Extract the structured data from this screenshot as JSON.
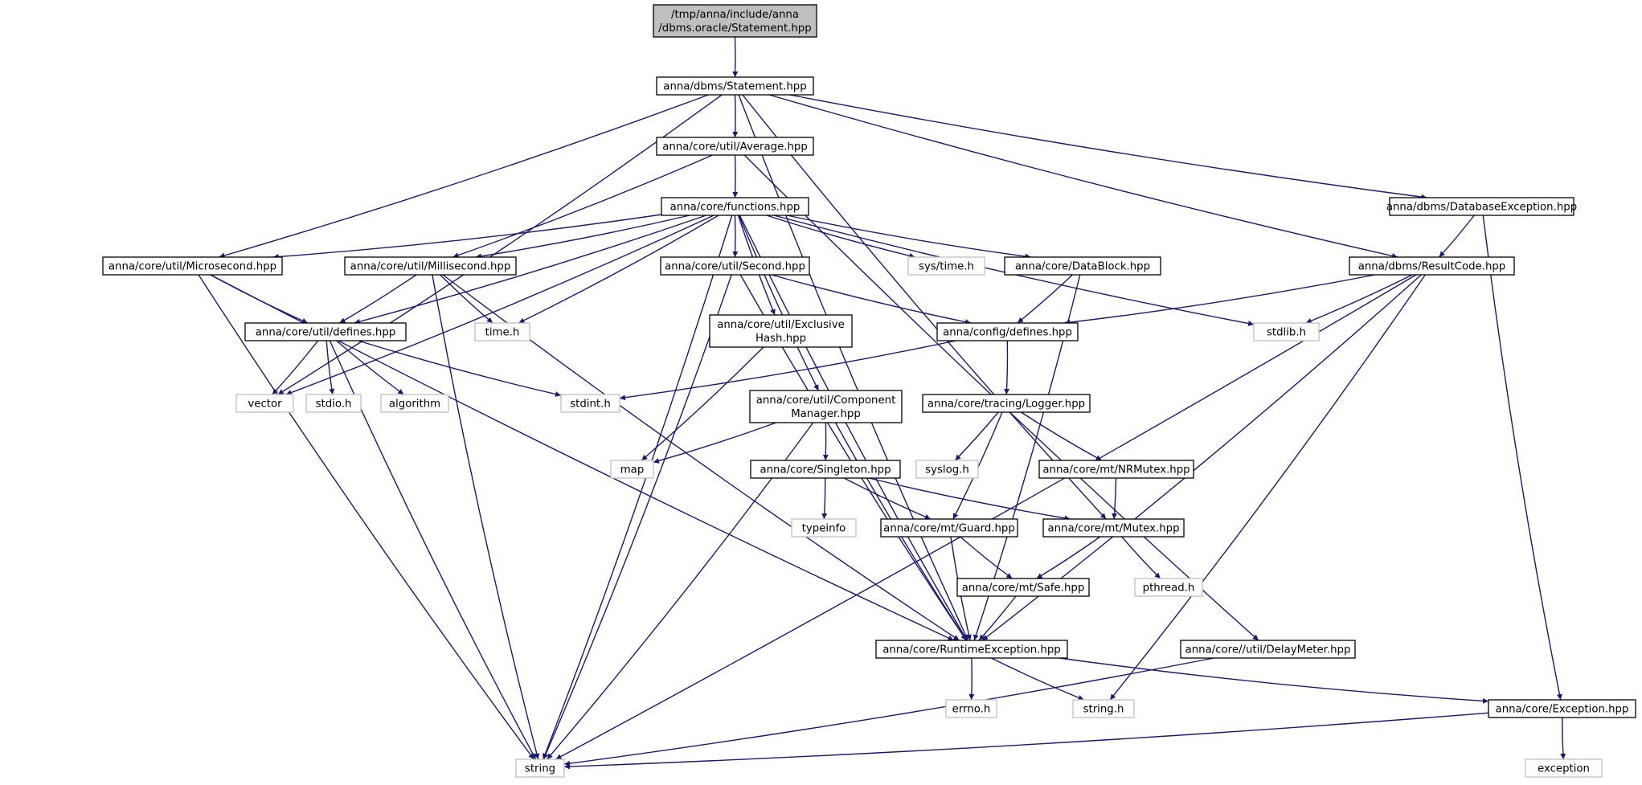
{
  "colors": {
    "edge": "#191970",
    "root_fill": "#bfbfbf",
    "root_stroke": "#000000",
    "internal_stroke": "#000000",
    "system_stroke": "#bfbfbf",
    "system_text": "#555555",
    "node_fill": "#ffffff"
  },
  "nodes": [
    {
      "id": "root",
      "kind": "root",
      "lines": [
        "/tmp/anna/include/anna",
        "/dbms.oracle/Statement.hpp"
      ]
    },
    {
      "id": "stmt",
      "kind": "internal",
      "lines": [
        "anna/dbms/Statement.hpp"
      ]
    },
    {
      "id": "avg",
      "kind": "internal",
      "lines": [
        "anna/core/util/Average.hpp"
      ]
    },
    {
      "id": "dbex",
      "kind": "internal",
      "lines": [
        "anna/dbms/DatabaseException.hpp"
      ]
    },
    {
      "id": "func",
      "kind": "internal",
      "lines": [
        "anna/core/functions.hpp"
      ]
    },
    {
      "id": "resc",
      "kind": "internal",
      "lines": [
        "anna/dbms/ResultCode.hpp"
      ]
    },
    {
      "id": "micro",
      "kind": "internal",
      "lines": [
        "anna/core/util/Microsecond.hpp"
      ]
    },
    {
      "id": "milli",
      "kind": "internal",
      "lines": [
        "anna/core/util/Millisecond.hpp"
      ]
    },
    {
      "id": "second",
      "kind": "internal",
      "lines": [
        "anna/core/util/Second.hpp"
      ]
    },
    {
      "id": "systime",
      "kind": "system",
      "lines": [
        "sys/time.h"
      ]
    },
    {
      "id": "dblock",
      "kind": "internal",
      "lines": [
        "anna/core/DataBlock.hpp"
      ]
    },
    {
      "id": "stdlib",
      "kind": "system",
      "lines": [
        "stdlib.h"
      ]
    },
    {
      "id": "udefs",
      "kind": "internal",
      "lines": [
        "anna/core/util/defines.hpp"
      ]
    },
    {
      "id": "timeh",
      "kind": "system",
      "lines": [
        "time.h"
      ]
    },
    {
      "id": "exhash",
      "kind": "internal",
      "lines": [
        "anna/core/util/Exclusive",
        "Hash.hpp"
      ]
    },
    {
      "id": "cdefs",
      "kind": "internal",
      "lines": [
        "anna/config/defines.hpp"
      ]
    },
    {
      "id": "vector",
      "kind": "system",
      "lines": [
        "vector"
      ]
    },
    {
      "id": "stdio",
      "kind": "system",
      "lines": [
        "stdio.h"
      ]
    },
    {
      "id": "algo",
      "kind": "system",
      "lines": [
        "algorithm"
      ]
    },
    {
      "id": "stdint",
      "kind": "system",
      "lines": [
        "stdint.h"
      ]
    },
    {
      "id": "compmgr",
      "kind": "internal",
      "lines": [
        "anna/core/util/Component",
        "Manager.hpp"
      ]
    },
    {
      "id": "logger",
      "kind": "internal",
      "lines": [
        "anna/core/tracing/Logger.hpp"
      ]
    },
    {
      "id": "map",
      "kind": "system",
      "lines": [
        "map"
      ]
    },
    {
      "id": "single",
      "kind": "internal",
      "lines": [
        "anna/core/Singleton.hpp"
      ]
    },
    {
      "id": "syslog",
      "kind": "system",
      "lines": [
        "syslog.h"
      ]
    },
    {
      "id": "nrmutex",
      "kind": "internal",
      "lines": [
        "anna/core/mt/NRMutex.hpp"
      ]
    },
    {
      "id": "typeinfo",
      "kind": "system",
      "lines": [
        "typeinfo"
      ]
    },
    {
      "id": "guard",
      "kind": "internal",
      "lines": [
        "anna/core/mt/Guard.hpp"
      ]
    },
    {
      "id": "mutex",
      "kind": "internal",
      "lines": [
        "anna/core/mt/Mutex.hpp"
      ]
    },
    {
      "id": "safe",
      "kind": "internal",
      "lines": [
        "anna/core/mt/Safe.hpp"
      ]
    },
    {
      "id": "pthread",
      "kind": "system",
      "lines": [
        "pthread.h"
      ]
    },
    {
      "id": "rtex",
      "kind": "internal",
      "lines": [
        "anna/core/RuntimeException.hpp"
      ]
    },
    {
      "id": "delay",
      "kind": "internal",
      "lines": [
        "anna/core//util/DelayMeter.hpp"
      ]
    },
    {
      "id": "errno",
      "kind": "system",
      "lines": [
        "errno.h"
      ]
    },
    {
      "id": "stringh",
      "kind": "system",
      "lines": [
        "string.h"
      ]
    },
    {
      "id": "exc",
      "kind": "internal",
      "lines": [
        "anna/core/Exception.hpp"
      ]
    },
    {
      "id": "string",
      "kind": "system",
      "lines": [
        "string"
      ]
    },
    {
      "id": "exception",
      "kind": "system",
      "lines": [
        "exception"
      ]
    }
  ],
  "edges": [
    [
      "root",
      "stmt"
    ],
    [
      "stmt",
      "avg"
    ],
    [
      "stmt",
      "micro"
    ],
    [
      "stmt",
      "vector"
    ],
    [
      "stmt",
      "rtex"
    ],
    [
      "stmt",
      "mutex"
    ],
    [
      "stmt",
      "dbex"
    ],
    [
      "stmt",
      "resc"
    ],
    [
      "avg",
      "func"
    ],
    [
      "avg",
      "milli"
    ],
    [
      "avg",
      "delay"
    ],
    [
      "dbex",
      "resc"
    ],
    [
      "dbex",
      "exc"
    ],
    [
      "func",
      "micro"
    ],
    [
      "func",
      "milli"
    ],
    [
      "func",
      "udefs"
    ],
    [
      "func",
      "timeh"
    ],
    [
      "func",
      "vector"
    ],
    [
      "func",
      "string"
    ],
    [
      "func",
      "second"
    ],
    [
      "func",
      "exhash"
    ],
    [
      "func",
      "compmgr"
    ],
    [
      "func",
      "systime"
    ],
    [
      "func",
      "dblock"
    ],
    [
      "func",
      "rtex"
    ],
    [
      "func",
      "stdlib"
    ],
    [
      "resc",
      "cdefs"
    ],
    [
      "resc",
      "stdlib"
    ],
    [
      "resc",
      "rtex"
    ],
    [
      "resc",
      "stringh"
    ],
    [
      "resc",
      "string"
    ],
    [
      "micro",
      "udefs"
    ],
    [
      "micro",
      "string"
    ],
    [
      "micro",
      "rtex"
    ],
    [
      "milli",
      "udefs"
    ],
    [
      "milli",
      "timeh"
    ],
    [
      "milli",
      "rtex"
    ],
    [
      "milli",
      "string"
    ],
    [
      "second",
      "cdefs"
    ],
    [
      "second",
      "string"
    ],
    [
      "second",
      "rtex"
    ],
    [
      "dblock",
      "cdefs"
    ],
    [
      "dblock",
      "rtex"
    ],
    [
      "udefs",
      "vector"
    ],
    [
      "udefs",
      "stdio"
    ],
    [
      "udefs",
      "algo"
    ],
    [
      "udefs",
      "stdint"
    ],
    [
      "udefs",
      "string"
    ],
    [
      "exhash",
      "map"
    ],
    [
      "cdefs",
      "stdint"
    ],
    [
      "cdefs",
      "logger"
    ],
    [
      "compmgr",
      "map"
    ],
    [
      "compmgr",
      "single"
    ],
    [
      "compmgr",
      "string"
    ],
    [
      "compmgr",
      "rtex"
    ],
    [
      "logger",
      "syslog"
    ],
    [
      "logger",
      "guard"
    ],
    [
      "logger",
      "nrmutex"
    ],
    [
      "single",
      "typeinfo"
    ],
    [
      "single",
      "guard"
    ],
    [
      "single",
      "mutex"
    ],
    [
      "nrmutex",
      "mutex"
    ],
    [
      "guard",
      "safe"
    ],
    [
      "guard",
      "rtex"
    ],
    [
      "mutex",
      "safe"
    ],
    [
      "mutex",
      "pthread"
    ],
    [
      "safe",
      "rtex"
    ],
    [
      "rtex",
      "errno"
    ],
    [
      "rtex",
      "stringh"
    ],
    [
      "rtex",
      "exc"
    ],
    [
      "delay",
      "string"
    ],
    [
      "exc",
      "string"
    ],
    [
      "exc",
      "exception"
    ]
  ]
}
